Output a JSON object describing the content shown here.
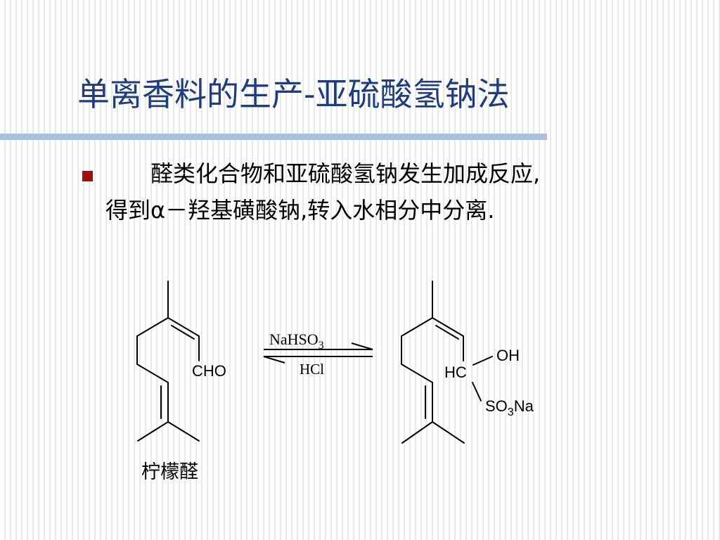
{
  "slide": {
    "title": "单离香料的生产-亚硫酸氢钠法",
    "body_line1": "醛类化合物和亚硫酸氢钠发生加成反应,",
    "body_line2": "得到α－羟基磺酸钠,转入水相分中分离."
  },
  "reaction": {
    "reactant_group": "CHO",
    "reactant_name": "柠檬醛",
    "reagent_forward": "NaHSO",
    "reagent_forward_sub": "3",
    "reagent_reverse": "HCl",
    "product_carbon": "HC",
    "product_oh": "OH",
    "product_so3_prefix": "SO",
    "product_so3_sub": "3",
    "product_so3_suffix": "Na"
  },
  "colors": {
    "title": "#1f3d7a",
    "bullet": "#a01010",
    "rule": "#a9bfdd"
  }
}
